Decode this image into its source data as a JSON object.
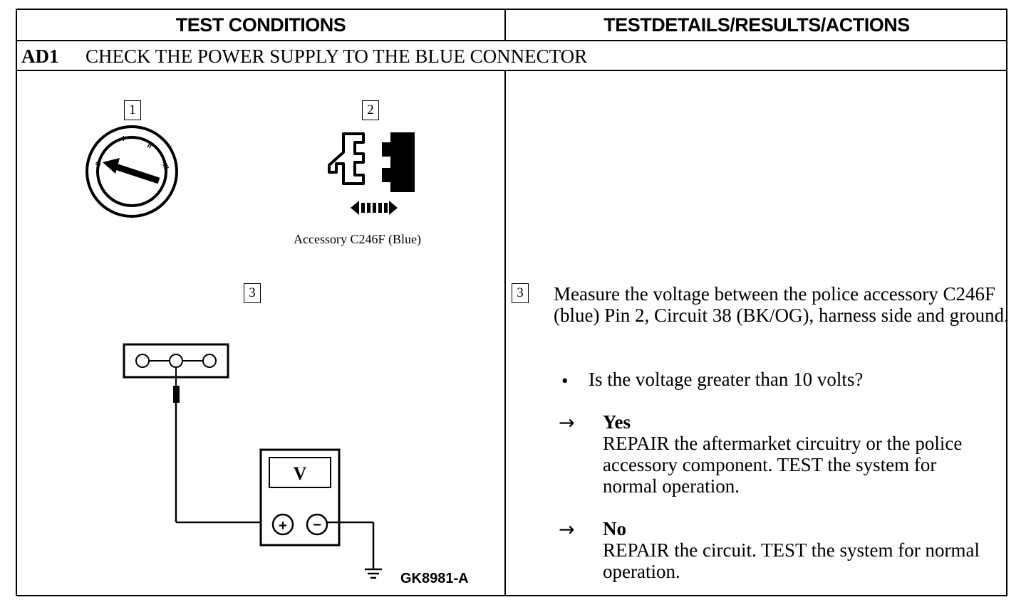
{
  "header": {
    "left": "TEST CONDITIONS",
    "right": "TESTDETAILS/RESULTS/ACTIONS"
  },
  "step": {
    "id": "AD1",
    "title": "CHECK THE POWER SUPPLY TO THE BLUE CONNECTOR"
  },
  "figure": {
    "refs": [
      "1",
      "2",
      "3"
    ],
    "connector_caption": "Accessory C246F (Blue)",
    "ignition_marks": [
      "0",
      "I",
      "II",
      "III"
    ],
    "meter_symbol": "V",
    "plus": "+",
    "minus": "−",
    "figure_id": "GK8981-A"
  },
  "details": {
    "ref": "3",
    "instruction": "Measure the voltage between the police accessory C246F (blue) Pin 2, Circuit 38 (BK/OG), harness side and ground.",
    "bullet": "•",
    "question": "Is the voltage greater than 10 volts?",
    "arrow": "→",
    "answers": [
      {
        "label": "Yes",
        "action": "REPAIR the aftermarket circuitry or the police accessory component. TEST the system for normal operation."
      },
      {
        "label": "No",
        "action": "REPAIR the circuit. TEST the system for normal operation."
      }
    ]
  }
}
